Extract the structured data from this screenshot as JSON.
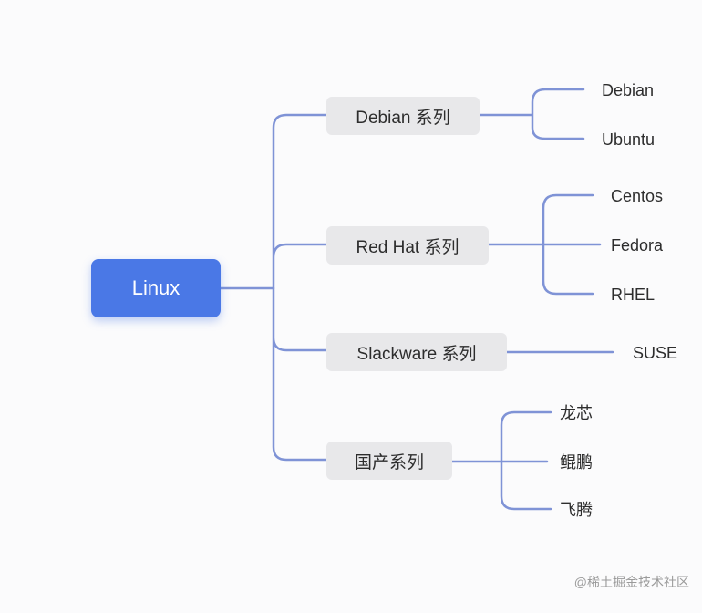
{
  "root": {
    "label": "Linux"
  },
  "branches": [
    {
      "label": "Debian 系列",
      "children": [
        "Debian",
        "Ubuntu"
      ]
    },
    {
      "label": "Red Hat 系列",
      "children": [
        "Centos",
        "Fedora",
        "RHEL"
      ]
    },
    {
      "label": "Slackware 系列",
      "children": [
        "SUSE"
      ]
    },
    {
      "label": "国产系列",
      "children": [
        "龙芯",
        "鲲鹏",
        "飞腾"
      ]
    }
  ],
  "watermark": "@稀土掘金技术社区",
  "colors": {
    "root_fill": "#4a78e6",
    "branch_fill": "#e8e8ea",
    "connector": "#7f93d6"
  }
}
